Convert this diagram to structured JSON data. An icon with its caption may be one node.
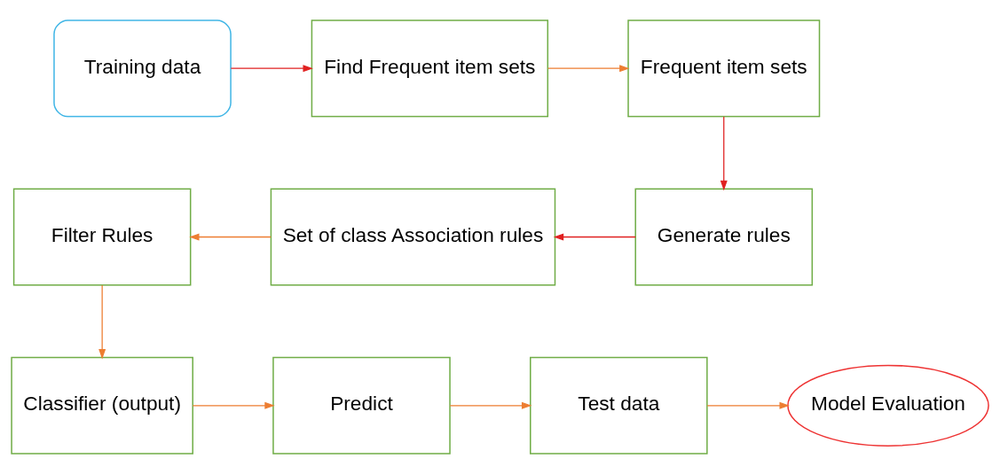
{
  "diagram": {
    "nodes": [
      {
        "text": [
          "Training data"
        ]
      },
      {
        "text": [
          "Find Frequent item sets"
        ]
      },
      {
        "text": [
          "Frequent item sets"
        ]
      },
      {
        "text": [
          "Generate rules"
        ]
      },
      {
        "text": [
          "Set of class Association rules"
        ]
      },
      {
        "text": [
          "Filter Rules"
        ]
      },
      {
        "text": [
          "Classifier (output)"
        ]
      },
      {
        "text": [
          "Predict"
        ]
      },
      {
        "text": [
          "Test data"
        ]
      },
      {
        "text": [
          "Model Evaluation"
        ]
      }
    ],
    "edges": [
      {
        "from": 0,
        "to": 1,
        "arrow": "to",
        "color": "#e02020"
      },
      {
        "from": 1,
        "to": 2,
        "arrow": "to"
      },
      {
        "from": 2,
        "to": 3,
        "arrow": "to",
        "color": "#e02020"
      },
      {
        "from": 3,
        "to": 4,
        "arrow": "to",
        "color": "#e02020"
      },
      {
        "from": 4,
        "to": 5,
        "arrow": "to"
      },
      {
        "from": 5,
        "to": 6,
        "arrow": "to"
      },
      {
        "from": 6,
        "to": 7,
        "arrow": "to"
      },
      {
        "from": 7,
        "to": 8,
        "arrow": "to"
      },
      {
        "from": 8,
        "to": 9,
        "arrow": "to"
      }
    ]
  }
}
